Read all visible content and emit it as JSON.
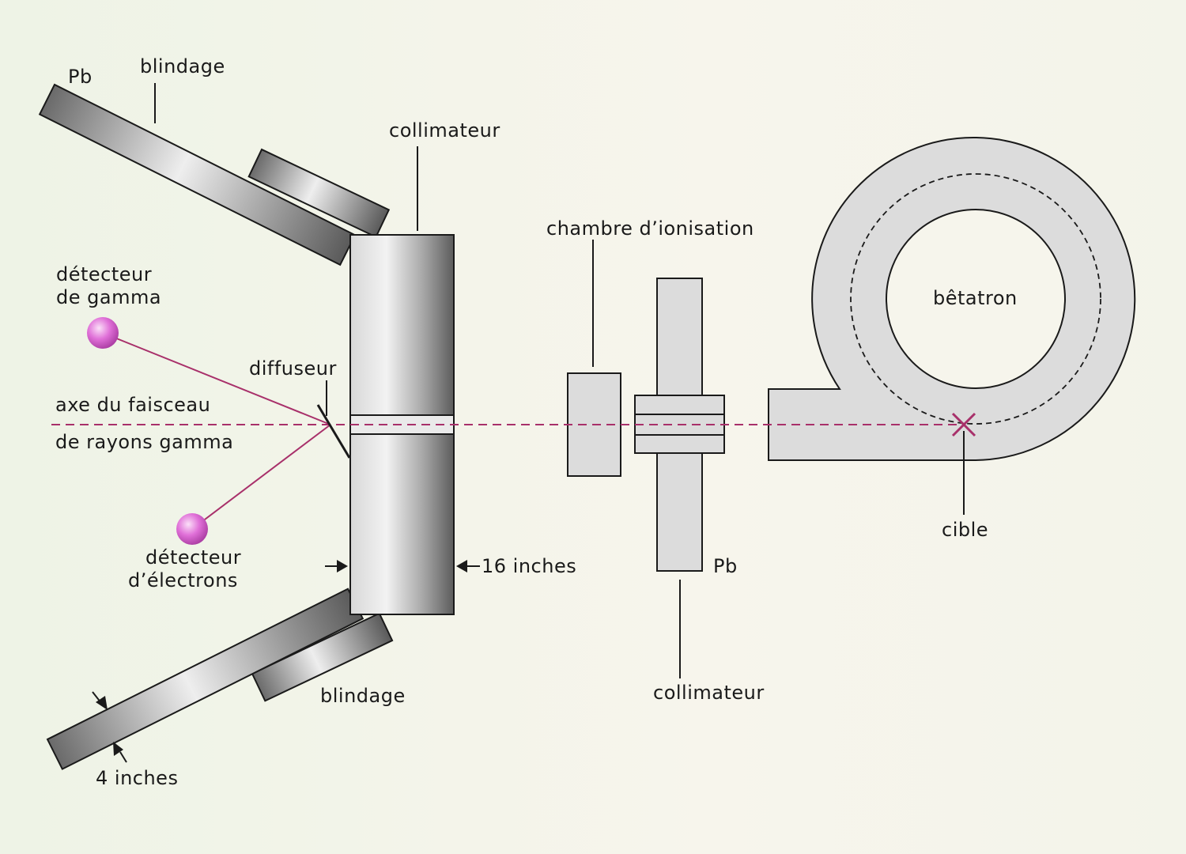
{
  "labels": {
    "pb_top": "Pb",
    "blindage_top": "blindage",
    "collimateur_main": "collimateur",
    "chambre": "chambre d’ionisation",
    "betatron": "bêtatron",
    "detecteur_gamma_1": "détecteur",
    "detecteur_gamma_2": "de gamma",
    "diffuseur": "diffuseur",
    "axe_1": "axe du faisceau",
    "axe_2": "de rayons gamma",
    "detecteur_electrons_1": "détecteur",
    "detecteur_electrons_2": "d’électrons",
    "inches_16": "16 inches",
    "pb_mid": "Pb",
    "cible": "cible",
    "blindage_bottom": "blindage",
    "collimateur_second": "collimateur",
    "inches_4": "4 inches"
  },
  "colors": {
    "background": "#f6f5ec",
    "beam_axis": "#a8306a",
    "detector": "#e070d8",
    "component_fill": "#dcdcdc"
  }
}
